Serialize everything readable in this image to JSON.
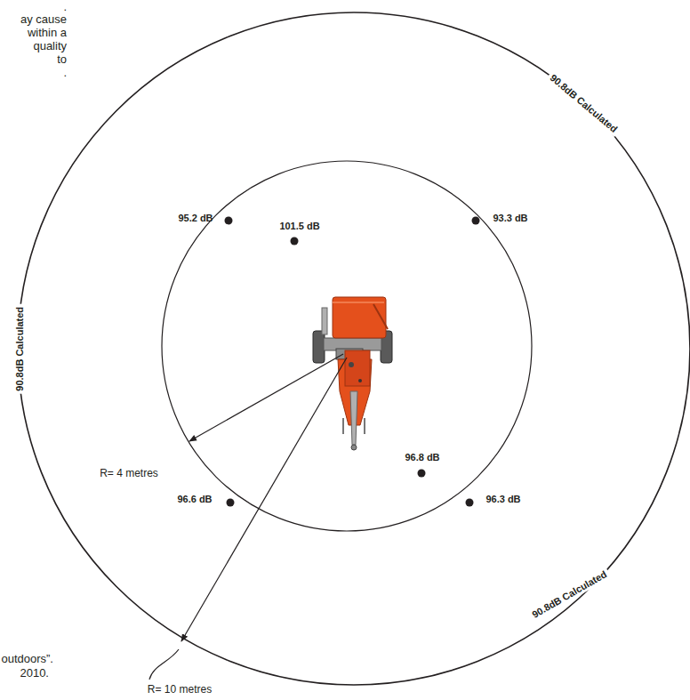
{
  "diagram": {
    "labels": [
      ".",
      "ay cause",
      "within a",
      "quality",
      "to",
      ".",
      "outdoors”.",
      "2010.",
      "90.8dB Calculated",
      "90.8dB Calculated",
      "90.8dB Calculated",
      "95.2 dB",
      "101.5 dB",
      "93.3 dB",
      "96.8 dB",
      "96.6 dB",
      "96.3 dB",
      "R= 4 metres",
      "R= 10 metres"
    ]
  }
}
